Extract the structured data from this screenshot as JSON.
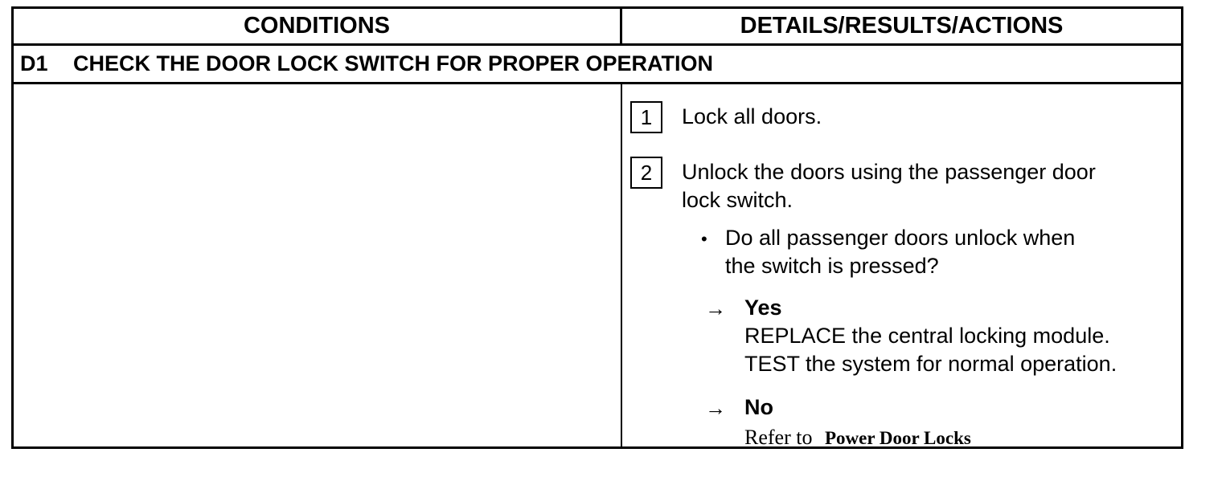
{
  "header": {
    "conditions": "CONDITIONS",
    "details": "DETAILS/RESULTS/ACTIONS"
  },
  "step": {
    "id": "D1",
    "title": "CHECK THE DOOR LOCK SWITCH FOR PROPER OPERATION"
  },
  "actions": [
    {
      "number": "1",
      "lines": [
        "Lock all doors."
      ]
    },
    {
      "number": "2",
      "lines": [
        "Unlock the doors using the passenger door",
        "lock switch."
      ]
    }
  ],
  "question": {
    "bullet": "•",
    "lines": [
      "Do all passenger doors unlock when",
      "the switch is pressed?"
    ]
  },
  "outcomes": {
    "arrow": "→",
    "yes": {
      "label": "Yes",
      "lines": [
        "REPLACE the central locking module.",
        "TEST the system for normal operation."
      ]
    },
    "no": {
      "label": "No",
      "refer_prefix": "Refer to",
      "refer_target": "Power Door Locks"
    }
  }
}
